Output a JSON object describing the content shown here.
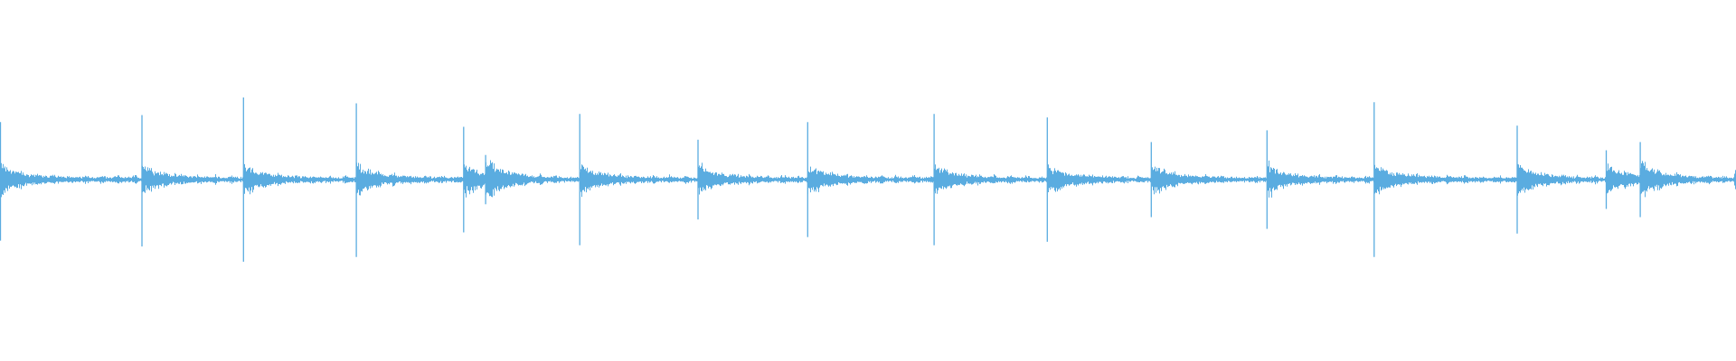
{
  "waveform": {
    "color": "#5aace0",
    "background": "#ffffff",
    "peaks": [
      {
        "t": 0.0,
        "up": 0.49,
        "down": 0.52
      },
      {
        "t": 0.0815,
        "up": 0.55,
        "down": 0.57
      },
      {
        "t": 0.14,
        "up": 0.7,
        "down": 0.7
      },
      {
        "t": 0.205,
        "up": 0.65,
        "down": 0.66
      },
      {
        "t": 0.2668,
        "up": 0.45,
        "down": 0.45
      },
      {
        "t": 0.2795,
        "up": 0.21,
        "down": 0.21
      },
      {
        "t": 0.3337,
        "up": 0.56,
        "down": 0.56
      },
      {
        "t": 0.4018,
        "up": 0.34,
        "down": 0.34
      },
      {
        "t": 0.465,
        "up": 0.49,
        "down": 0.49
      },
      {
        "t": 0.5378,
        "up": 0.56,
        "down": 0.56
      },
      {
        "t": 0.603,
        "up": 0.53,
        "down": 0.53
      },
      {
        "t": 0.6629,
        "up": 0.32,
        "down": 0.32
      },
      {
        "t": 0.7296,
        "up": 0.42,
        "down": 0.42
      },
      {
        "t": 0.7913,
        "up": 0.66,
        "down": 0.66
      },
      {
        "t": 0.8737,
        "up": 0.46,
        "down": 0.46
      },
      {
        "t": 0.925,
        "up": 0.25,
        "down": 0.25
      },
      {
        "t": 0.9446,
        "up": 0.32,
        "down": 0.32
      },
      {
        "t": 0.999,
        "up": 0.05,
        "down": 0.05
      }
    ]
  }
}
